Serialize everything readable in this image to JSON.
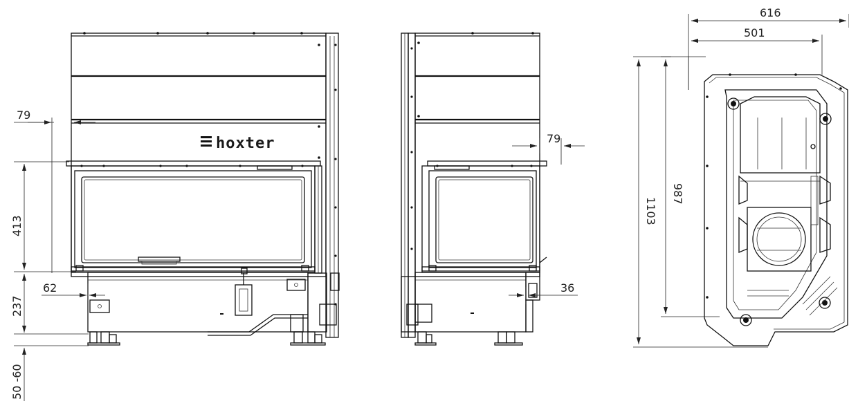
{
  "brand": {
    "logo_text": "hoxter"
  },
  "dimensions": {
    "front_side_offset": "79",
    "front_glass_height": "413",
    "front_base_offset": "62",
    "front_base_height": "237",
    "front_feet_range": "50 -60",
    "side_offset": "79",
    "side_base_offset": "36",
    "plan_total_width": "616",
    "plan_inner_width": "501",
    "plan_total_height": "1103",
    "plan_inner_height": "987"
  }
}
